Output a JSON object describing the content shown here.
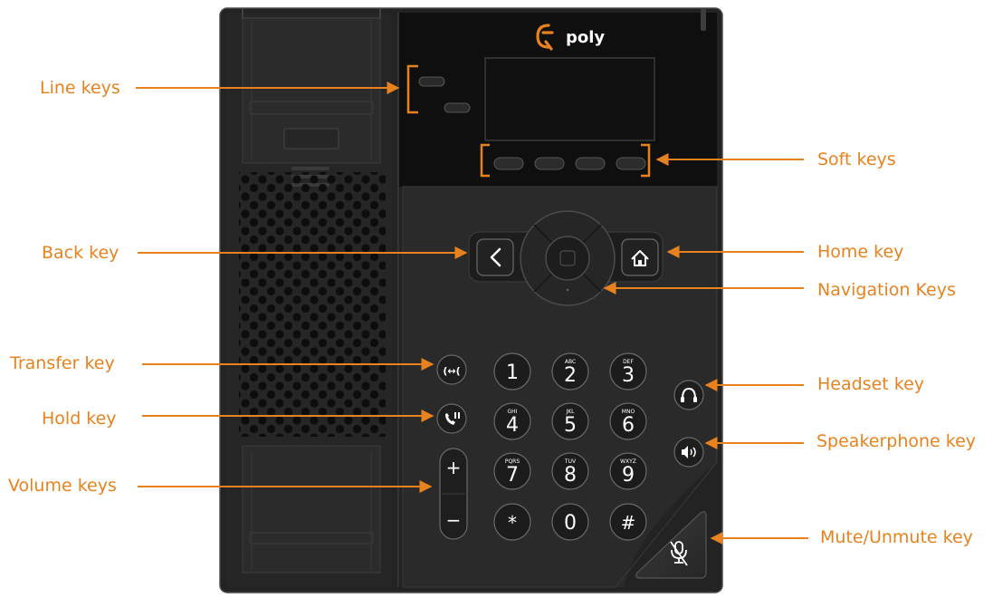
{
  "brand": {
    "logo_text": "poly",
    "accent": "#e8821e",
    "body_color": "#222222"
  },
  "labels": {
    "line_keys": "Line keys",
    "back_key": "Back key",
    "transfer_key": "Transfer key",
    "hold_key": "Hold key",
    "volume_keys": "Volume keys",
    "soft_keys": "Soft keys",
    "home_key": "Home key",
    "navigation_keys": "Navigation Keys",
    "headset_key": "Headset key",
    "speakerphone_key": "Speakerphone key",
    "mute_key": "Mute/Unmute key"
  },
  "keypad": [
    {
      "digit": "1",
      "letters": ""
    },
    {
      "digit": "2",
      "letters": "ABC"
    },
    {
      "digit": "3",
      "letters": "DEF"
    },
    {
      "digit": "4",
      "letters": "GHI"
    },
    {
      "digit": "5",
      "letters": "JKL"
    },
    {
      "digit": "6",
      "letters": "MNO"
    },
    {
      "digit": "7",
      "letters": "PQRS"
    },
    {
      "digit": "8",
      "letters": "TUV"
    },
    {
      "digit": "9",
      "letters": "WXYZ"
    },
    {
      "digit": "*",
      "letters": ""
    },
    {
      "digit": "0",
      "letters": ""
    },
    {
      "digit": "#",
      "letters": ""
    }
  ],
  "volume": {
    "plus": "+",
    "minus": "−"
  }
}
